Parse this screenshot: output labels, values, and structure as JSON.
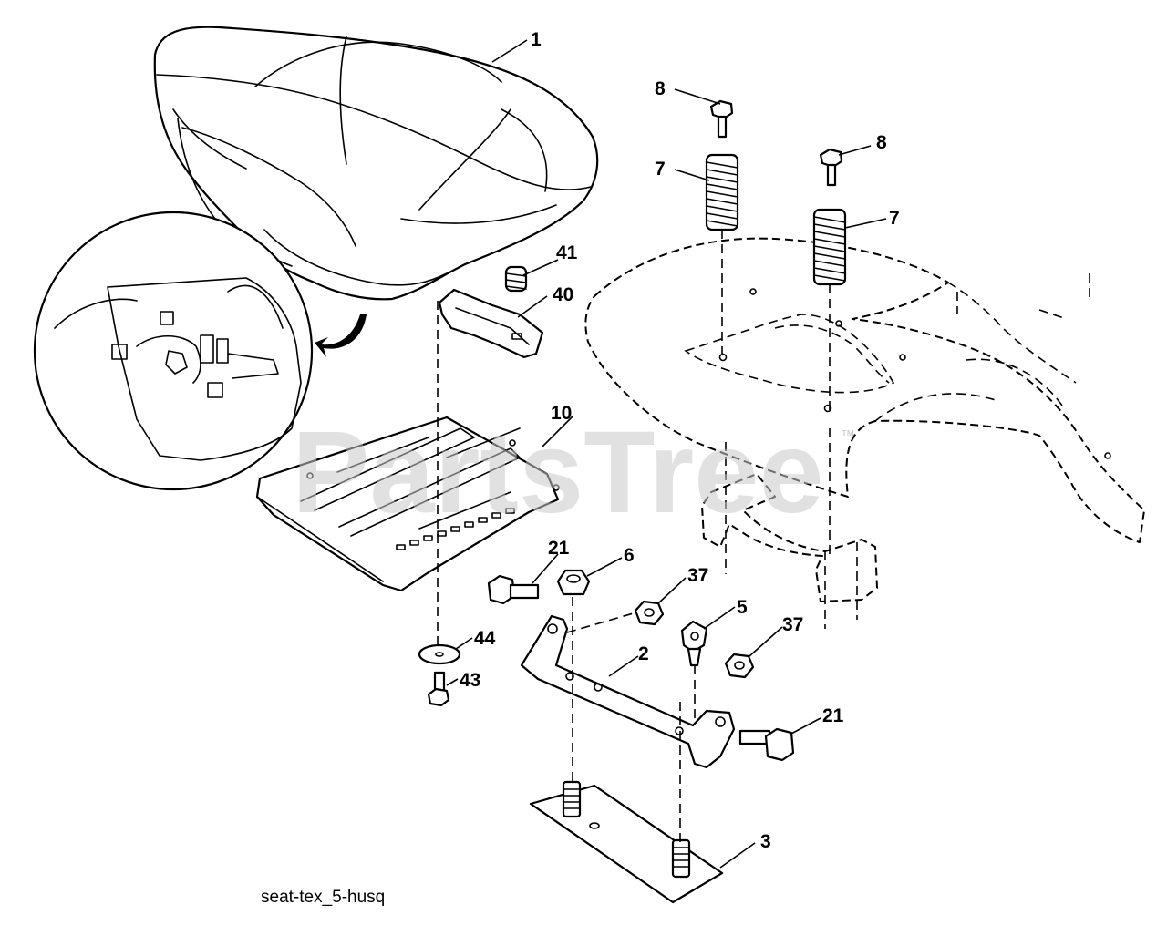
{
  "diagram": {
    "caption": "seat-tex_5-husq",
    "watermark": "PartsTree",
    "watermark_tm": "™",
    "callouts": {
      "c1": "1",
      "c2": "2",
      "c3": "3",
      "c5": "5",
      "c6": "6",
      "c7a": "7",
      "c7b": "7",
      "c8a": "8",
      "c8b": "8",
      "c10": "10",
      "c21a": "21",
      "c21b": "21",
      "c37a": "37",
      "c37b": "37",
      "c40": "40",
      "c41": "41",
      "c43": "43",
      "c44": "44"
    }
  }
}
